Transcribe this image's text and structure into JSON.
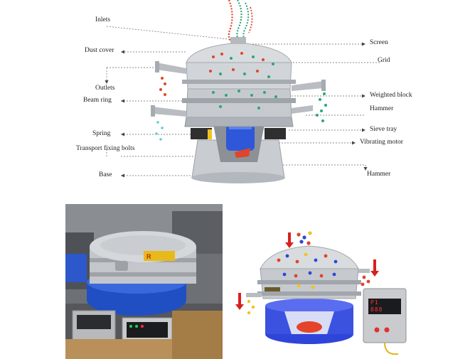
{
  "labels": {
    "inlets": "Inlets",
    "dust_cover": "Dust cover",
    "outlets": "Outlets",
    "beam_ring": "Beam ring",
    "spring": "Spring",
    "transport_fixing_bolts": "Transport fixing bolts",
    "base": "Base",
    "screen": "Screen",
    "grid": "Grid",
    "weighted_block": "Weighted block",
    "hammer_top": "Hammer",
    "sieve_tray": "Sieve tray",
    "vibrating_motor": "Vibrating motor",
    "hammer_bottom": "Hammer"
  },
  "controller": {
    "display_top": "P1",
    "display_bottom": "888"
  },
  "colors": {
    "steel": "#bfc3c8",
    "motor_blue": "#2f57d9",
    "particle_red": "#e0442a",
    "particle_green": "#2aa67a",
    "arrow_red": "#d92020",
    "photo_base_blue": "#1f4fc2"
  },
  "icons": {
    "label_arrow": "left-arrow",
    "red_flow_arrow": "down-arrow"
  }
}
